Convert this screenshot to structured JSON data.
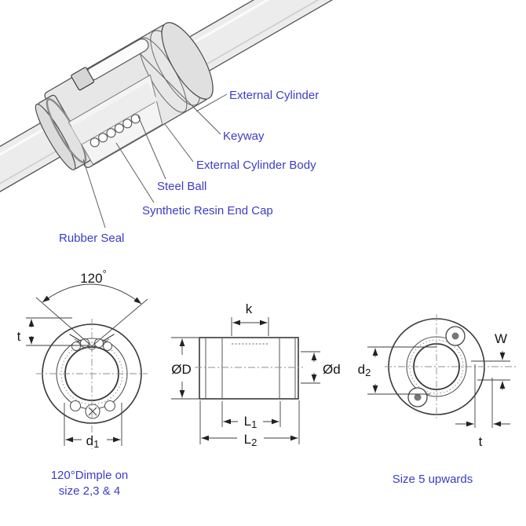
{
  "parts": {
    "external_cylinder": "External Cylinder",
    "keyway": "Keyway",
    "external_cylinder_body": "External Cylinder Body",
    "steel_ball": "Steel Ball",
    "synthetic_resin_end_cap": "Synthetic Resin End Cap",
    "rubber_seal": "Rubber Seal"
  },
  "left_view": {
    "angle_value": "120",
    "angle_degree": "°",
    "thickness_label": "t",
    "d_base": "d",
    "d_sub": "1",
    "caption_line1": "120°Dimple on",
    "caption_line2": "size 2,3 & 4"
  },
  "section_view": {
    "keyway_width_label": "k",
    "outer_diameter_label": "ØD",
    "shaft_diameter_label": "Ød",
    "l_base": "L",
    "l1_sub": "1",
    "l2_sub": "2"
  },
  "right_view": {
    "groove_width_label": "W",
    "d_base": "d",
    "d_sub": "2",
    "thickness_label": "t",
    "caption": "Size 5 upwards"
  },
  "colors": {
    "label": "#3c3cc8",
    "line": "#3e3e3e"
  }
}
